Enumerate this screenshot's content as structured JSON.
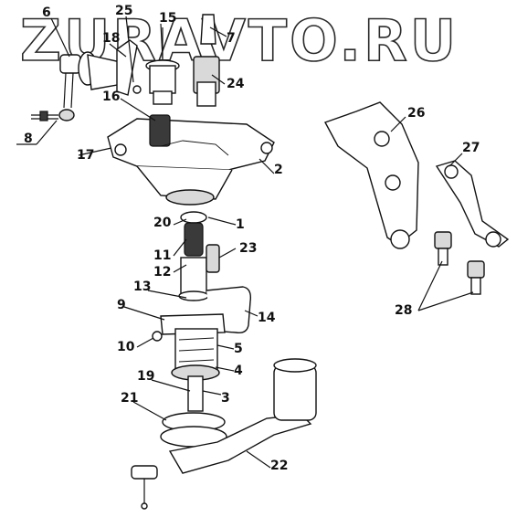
{
  "watermark": "ZURAVTO.RU",
  "callouts": {
    "n1": "1",
    "n2": "2",
    "n3": "3",
    "n4": "4",
    "n5": "5",
    "n6": "6",
    "n7": "7",
    "n8": "8",
    "n9": "9",
    "n10": "10",
    "n11": "11",
    "n12": "12",
    "n13": "13",
    "n14": "14",
    "n15": "15",
    "n16": "16",
    "n17": "17",
    "n18": "18",
    "n19": "19",
    "n20": "20",
    "n21": "21",
    "n22": "22",
    "n23": "23",
    "n24": "24",
    "n25": "25",
    "n26": "26",
    "n27": "27",
    "n28": "28"
  }
}
